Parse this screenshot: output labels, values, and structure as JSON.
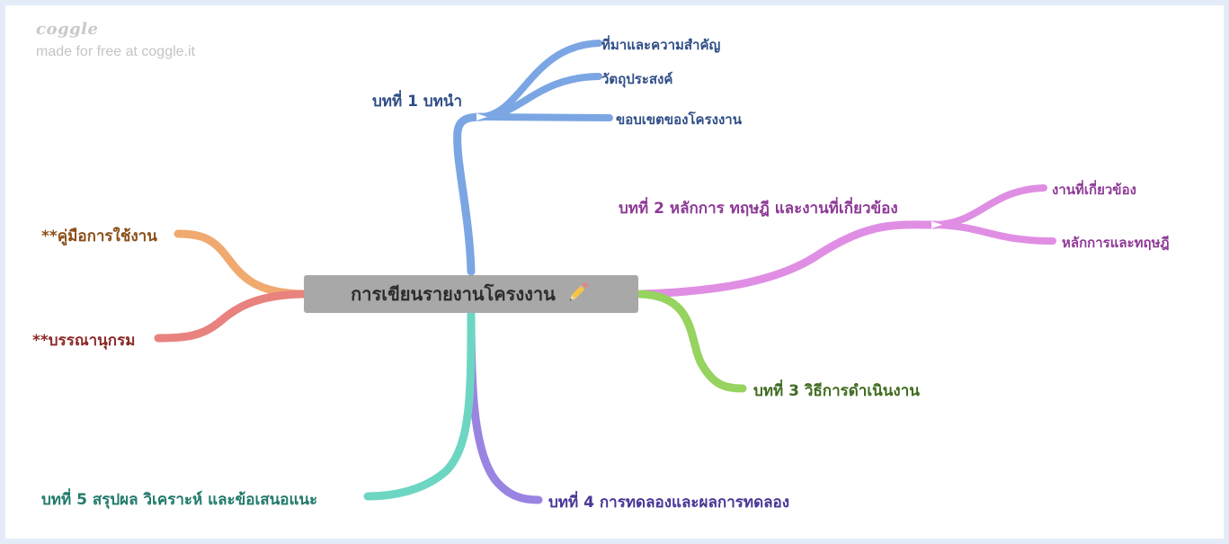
{
  "brand": {
    "name": "coggle",
    "tagline": "made for free at coggle.it"
  },
  "center": {
    "label": "การเขียนรายงานโครงงาน",
    "icon": "pencil-icon"
  },
  "colors": {
    "ch1": "#7ba6e3",
    "ch2": "#e08ee4",
    "ch3": "#96d35f",
    "ch4": "#9a84e2",
    "ch5": "#6dd6c3",
    "manual": "#f0a96e",
    "biblio": "#e8827e",
    "ch1_text": "#2f4e86",
    "ch2_text": "#8e3a96",
    "ch3_text": "#3f6b1f",
    "ch4_text": "#4a3596",
    "ch5_text": "#227a6b",
    "manual_text": "#8a4f17",
    "biblio_text": "#8a2a28"
  },
  "branches": {
    "ch1": {
      "label": "บทที่ 1 บทนำ",
      "children": [
        "ที่มาและความสำคัญ",
        "วัตถุประสงค์",
        "ขอบเขตของโครงงาน"
      ]
    },
    "ch2": {
      "label": "บทที่ 2 หลักการ ทฤษฎี และงานที่เกี่ยวข้อง",
      "children": [
        "งานที่เกี่ยวข้อง",
        "หลักการและทฤษฎี"
      ]
    },
    "ch3": {
      "label": "บทที่ 3 วิธีการดำเนินงาน"
    },
    "ch4": {
      "label": "บทที่ 4 การทดลองและผลการทดลอง"
    },
    "ch5": {
      "label": "บทที่ 5 สรุปผล วิเคราะห์ และข้อเสนอแนะ"
    },
    "manual": {
      "label": "**คู่มือการใช้งาน"
    },
    "biblio": {
      "label": "**บรรณานุกรม"
    }
  }
}
